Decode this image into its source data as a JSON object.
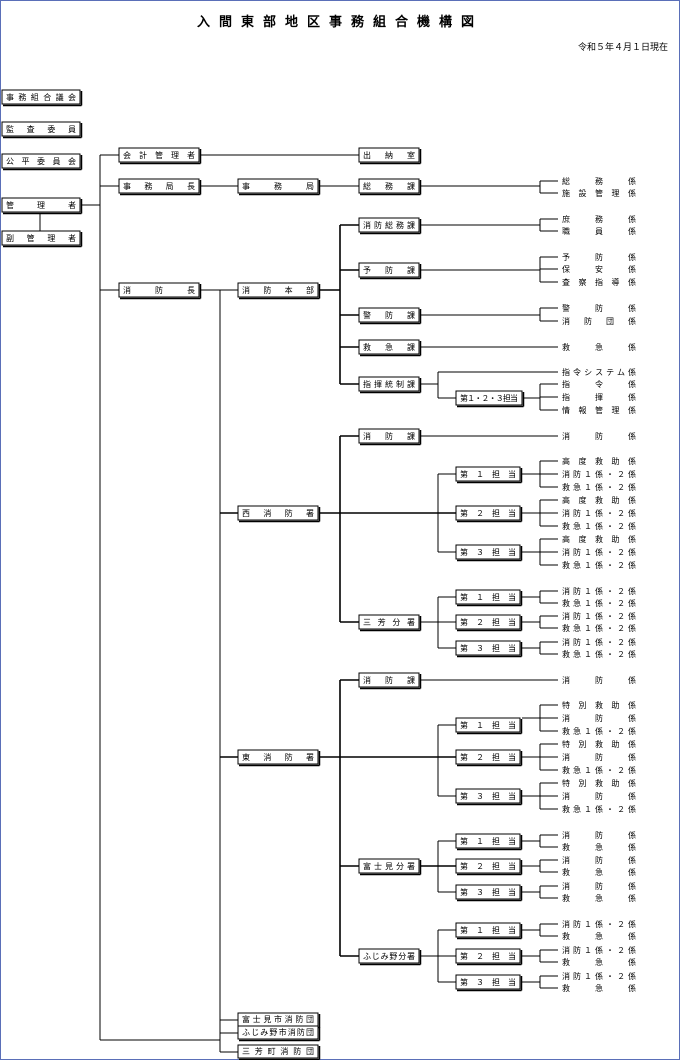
{
  "title": "入間東部地区事務組合機構図",
  "date": "令和５年４月１日現在",
  "boxes": {
    "gikai": "事務組合議会",
    "kansa": "監査委員",
    "kohei": "公平委員会",
    "kanrisha": "管理者",
    "fuku_kanrisha": "副管理者",
    "kaikei_kanrisha": "会計管理者",
    "suitoshitsu": "出納室",
    "jimukyokucho": "事務局長",
    "jimukyoku": "事務局",
    "somuka": "総務課",
    "shobocho": "消防長",
    "shobohonbu": "消防本部",
    "shobo_somuka": "消防総務課",
    "yoboka": "予防課",
    "keiboka": "警防課",
    "kyukyuka": "救急課",
    "shikitsuseika": "指揮統制課",
    "daisanbun": "第１・２・３担当",
    "nishi_sho": "西消防署",
    "nishi_yoboka": "消防課",
    "miyoshi": "三芳分署",
    "higashi_sho": "東消防署",
    "higashi_yoboka": "消防課",
    "fujimino_bunsho": "富士見分署",
    "fujimino_town": "ふじみ野分署",
    "tan1": "第１担当",
    "tan2": "第２担当",
    "tan3": "第３担当",
    "dan_fujimi": "富士見市消防団",
    "dan_fujimino": "ふじみ野市消防団",
    "dan_miyoshi": "三芳町消防団"
  },
  "leaves": {
    "somu_kakari": "総務係",
    "shisetsu": "施設管理係",
    "shomu": "庶務係",
    "shokuin": "職員係",
    "yobo": "予防係",
    "hoan": "保安係",
    "sasatsu": "査察指導係",
    "keibo": "警防係",
    "shobodan_kakari": "消防団係",
    "kyukyu": "救急係",
    "shirei_system": "指令システム係",
    "shirei": "指令係",
    "shiki": "指揮係",
    "joho": "情報管理係",
    "shobo": "消防係",
    "kodo_kyujo": "高度救助係",
    "shobo12": "消防１係・２係",
    "kyukyu12": "救急１係・２係",
    "tokubetsu": "特別救助係",
    "kyukyu_kakari": "救急係"
  }
}
